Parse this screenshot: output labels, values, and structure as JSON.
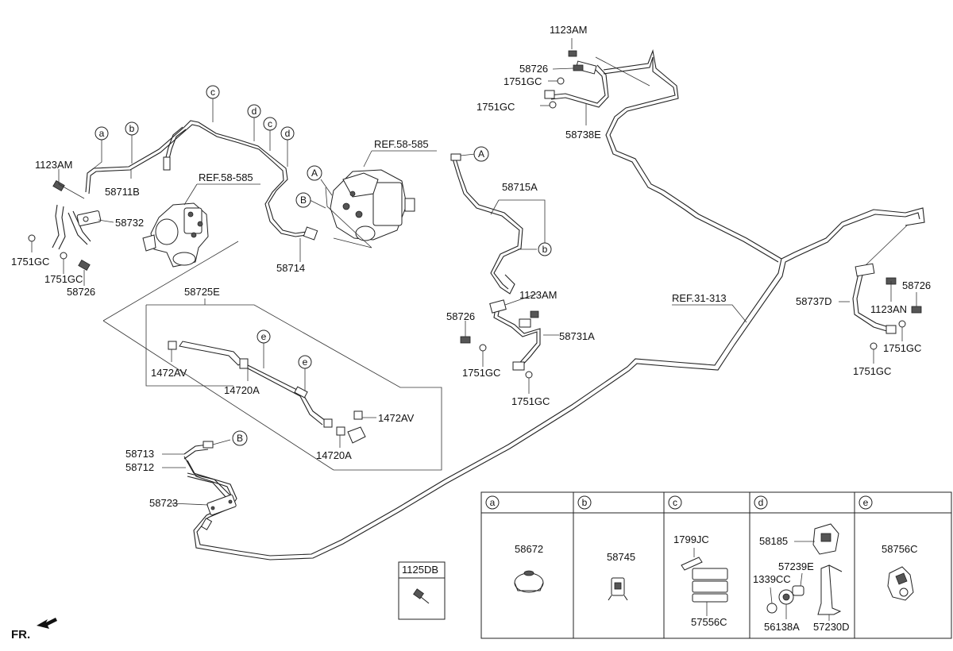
{
  "callouts": {
    "a": "a",
    "b": "b",
    "c": "c",
    "d": "d",
    "e": "e",
    "A": "A",
    "B": "B"
  },
  "labels": {
    "p1123AM_left": "1123AM",
    "p58711B": "58711B",
    "p58732": "58732",
    "p1751GC_l1": "1751GC",
    "p1751GC_l2": "1751GC",
    "p58726_left": "58726",
    "ref58585_a": "REF.58-585",
    "ref58585_b": "REF.58-585",
    "p58714": "58714",
    "p58725E": "58725E",
    "p1472AV_a": "1472AV",
    "p14720A_a": "14720A",
    "p1472AV_b": "1472AV",
    "p14720A_b": "14720A",
    "p58713": "58713",
    "p58712": "58712",
    "p58723": "58723",
    "p1125DB": "1125DB",
    "fr": "FR.",
    "p1123AM_top": "1123AM",
    "p58726_top": "58726",
    "p1751GC_t1": "1751GC",
    "p1751GC_t2": "1751GC",
    "p58738E": "58738E",
    "p58715A": "58715A",
    "p1123AM_mid": "1123AM",
    "p58726_mid": "58726",
    "p58731A": "58731A",
    "p1751GC_m1": "1751GC",
    "p1751GC_m2": "1751GC",
    "ref31313": "REF.31-313",
    "p58726_right": "58726",
    "p58737D": "58737D",
    "p1123AN": "1123AN",
    "p1751GC_r1": "1751GC",
    "p1751GC_r2": "1751GC"
  },
  "legend": {
    "headers": [
      "a",
      "b",
      "c",
      "d",
      "e"
    ],
    "a": {
      "part": "58672"
    },
    "b": {
      "part": "58745"
    },
    "c": {
      "part1": "1799JC",
      "part2": "57556C"
    },
    "d": {
      "part1": "58185",
      "part2": "57239E",
      "part3": "1339CC",
      "part4": "56138A",
      "part5": "57230D"
    },
    "e": {
      "part": "58756C"
    }
  }
}
